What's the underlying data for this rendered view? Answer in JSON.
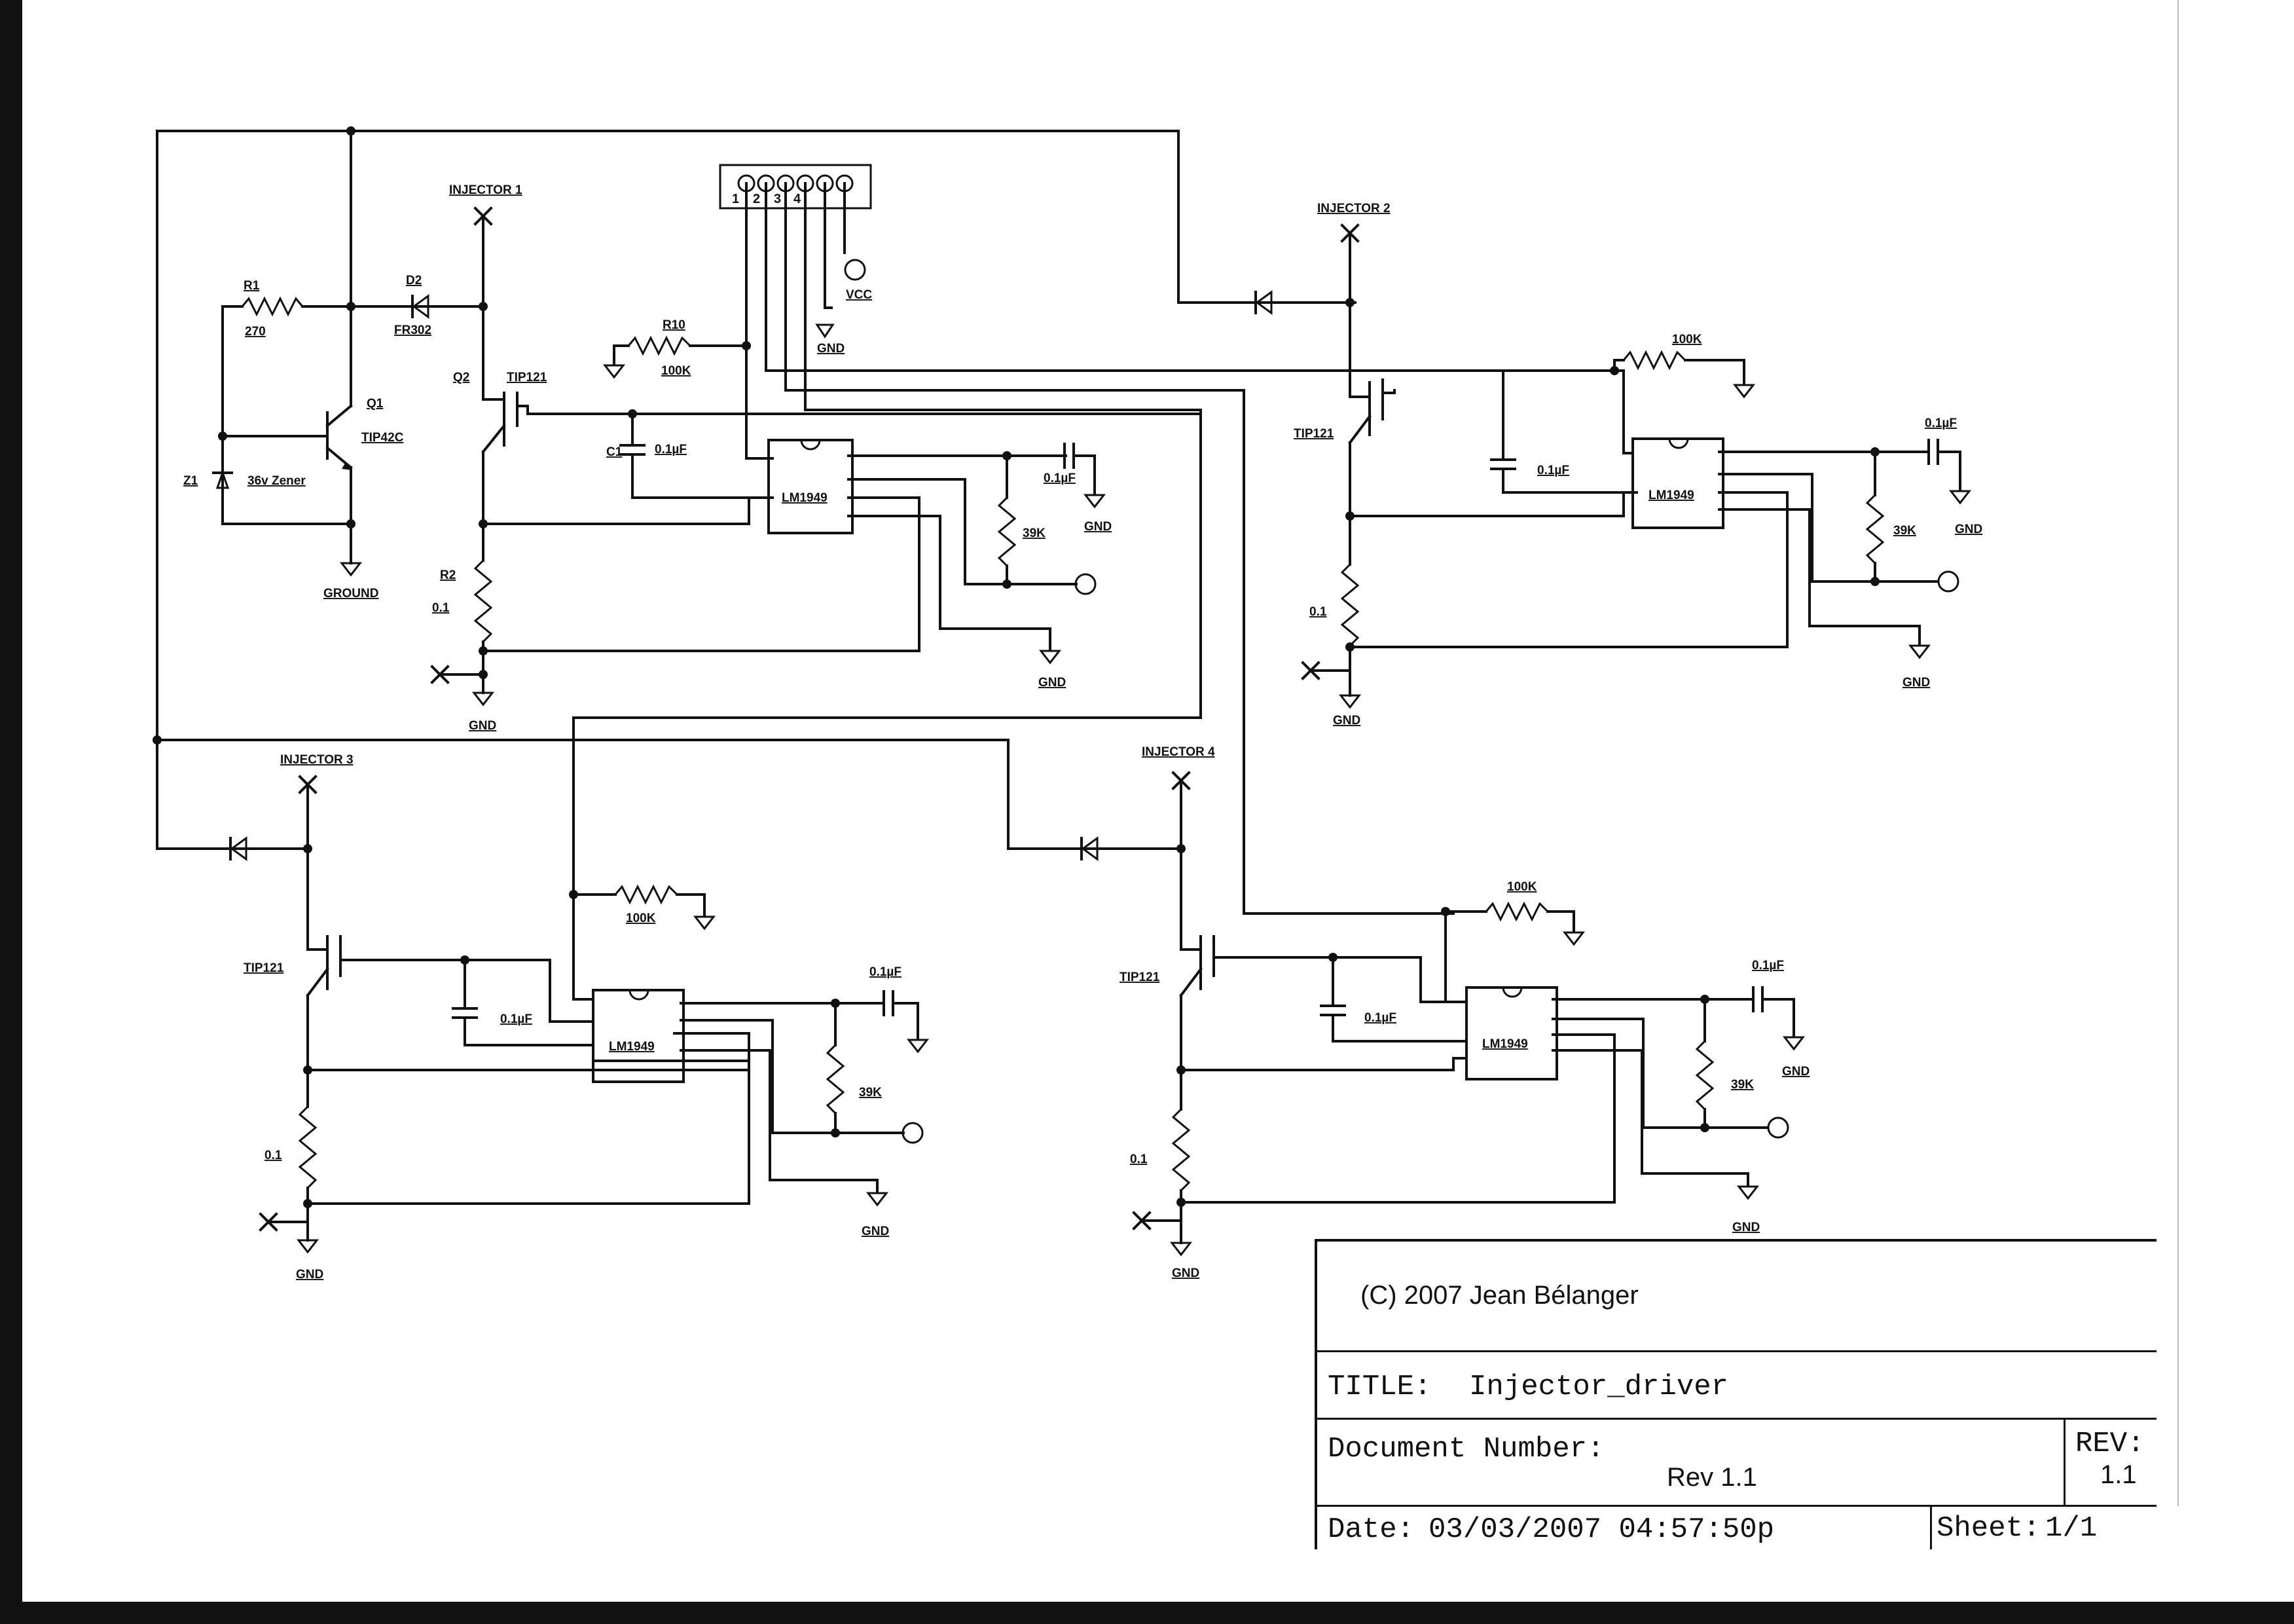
{
  "title_block": {
    "copyright": "(C) 2007 Jean Bélanger",
    "title_label": "TITLE:",
    "title_value": "Injector_driver",
    "doc_number_label": "Document Number:",
    "doc_number_value": "Rev 1.1",
    "rev_label": "REV:",
    "rev_value": "1.1",
    "date_label": "Date:",
    "date_value": "03/03/2007 04:57:50p",
    "sheet_label": "Sheet:",
    "sheet_value": "1/1"
  },
  "labels": {
    "injector1": "INJECTOR 1",
    "injector2": "INJECTOR 2",
    "injector3": "INJECTOR 3",
    "injector4": "INJECTOR 4",
    "r1": "R1",
    "r1_value": "270",
    "d2": "D2",
    "d2_value": "FR302",
    "q1": "Q1",
    "q1_part": "TIP42C",
    "z1": "Z1",
    "z1_value": "36v Zener",
    "ground": "GROUND",
    "q2": "Q2",
    "q2_part": "TIP121",
    "q3_part": "TIP121",
    "q4_part": "TIP121",
    "q5_part": "TIP121",
    "c1": "C1",
    "c1_value": "0.1µF",
    "c2_value": "0.1µF",
    "c3_value": "0.1µF",
    "c4_value": "0.1µF",
    "c5_value": "0.1µF",
    "c6_value": "0.1µF",
    "c7_value": "0.1µF",
    "c8_value": "0.1µF",
    "r10": "R10",
    "r10_value": "100K",
    "r11_value": "100K",
    "r12_value": "100K",
    "r13_value": "100K",
    "r2": "R2",
    "r2_value": "0.1",
    "r4_value": "0.1",
    "r6_value": "0.1",
    "r8_value": "0.1",
    "r3_value": "39K",
    "r5_value": "39K",
    "r7_value": "39K",
    "r9_value": "39K",
    "u1": "LM1949",
    "u2": "LM1949",
    "u3": "LM1949",
    "u4": "LM1949",
    "vcc": "VCC",
    "gnd": "GND",
    "jp_pin1": "1",
    "jp_pin2": "2",
    "jp_pin3": "3",
    "jp_pin4": "4"
  }
}
